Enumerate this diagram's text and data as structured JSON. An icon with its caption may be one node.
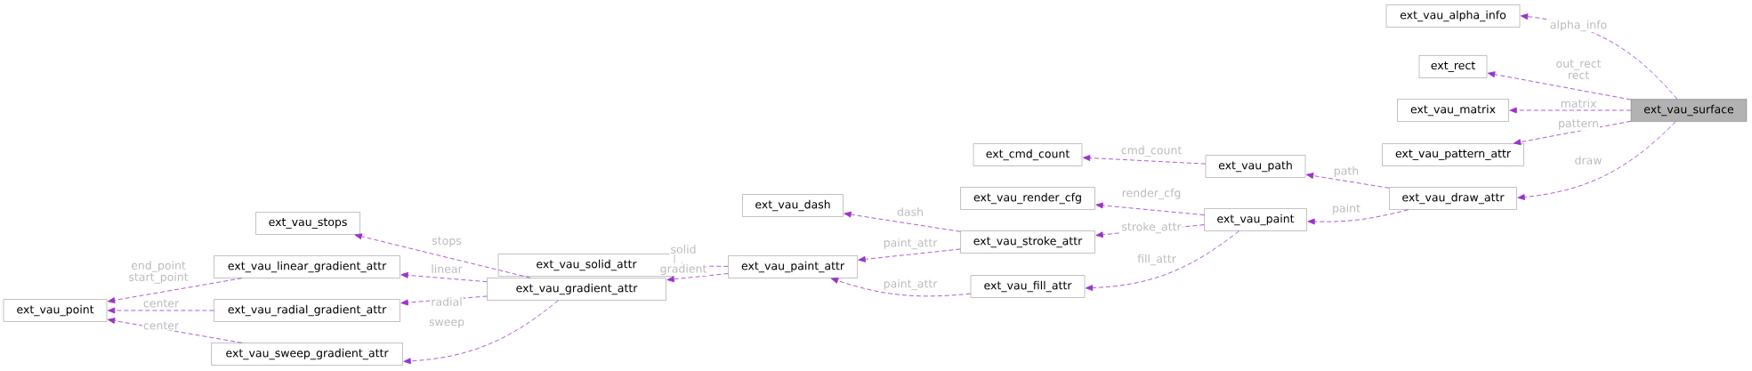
{
  "diagram": {
    "nodes": [
      {
        "text": [
          "ext_vau_alpha_info"
        ]
      },
      {
        "text": [
          "ext_rect"
        ]
      },
      {
        "text": [
          "ext_vau_matrix"
        ]
      },
      {
        "text": [
          "ext_vau_surface"
        ]
      },
      {
        "text": [
          "ext_vau_pattern_attr"
        ]
      },
      {
        "text": [
          "ext_cmd_count"
        ]
      },
      {
        "text": [
          "ext_vau_path"
        ]
      },
      {
        "text": [
          "ext_vau_draw_attr"
        ]
      },
      {
        "text": [
          "ext_vau_dash"
        ]
      },
      {
        "text": [
          "ext_vau_render_cfg"
        ]
      },
      {
        "text": [
          "ext_vau_stops"
        ]
      },
      {
        "text": [
          "ext_vau_stroke_attr"
        ]
      },
      {
        "text": [
          "ext_vau_paint"
        ]
      },
      {
        "text": [
          "ext_vau_solid_attr"
        ]
      },
      {
        "text": [
          "ext_vau_linear_gradient_attr"
        ]
      },
      {
        "text": [
          "ext_vau_paint_attr"
        ]
      },
      {
        "text": [
          "ext_vau_gradient_attr"
        ]
      },
      {
        "text": [
          "ext_vau_fill_attr"
        ]
      },
      {
        "text": [
          "ext_vau_point"
        ]
      },
      {
        "text": [
          "ext_vau_radial_gradient_attr"
        ]
      },
      {
        "text": [
          "ext_vau_sweep_gradient_attr"
        ]
      }
    ],
    "edges": [
      {
        "from": 3,
        "to": 0,
        "arrow": "to",
        "label": "alpha_info",
        "style": "dashed"
      },
      {
        "from": 3,
        "to": 1,
        "arrow": "to",
        "label": "out_rect rect",
        "style": "dashed"
      },
      {
        "from": 3,
        "to": 2,
        "arrow": "to",
        "label": "matrix",
        "style": "dashed"
      },
      {
        "from": 3,
        "to": 4,
        "arrow": "to",
        "label": "pattern",
        "style": "dashed"
      },
      {
        "from": 3,
        "to": 7,
        "arrow": "to",
        "label": "draw",
        "style": "dashed"
      },
      {
        "from": 7,
        "to": 6,
        "arrow": "to",
        "label": "path",
        "style": "dashed"
      },
      {
        "from": 7,
        "to": 12,
        "arrow": "to",
        "label": "paint",
        "style": "dashed"
      },
      {
        "from": 6,
        "to": 5,
        "arrow": "to",
        "label": "cmd_count",
        "style": "dashed"
      },
      {
        "from": 12,
        "to": 9,
        "arrow": "to",
        "label": "render_cfg",
        "style": "dashed"
      },
      {
        "from": 12,
        "to": 11,
        "arrow": "to",
        "label": "stroke_attr",
        "style": "dashed"
      },
      {
        "from": 12,
        "to": 17,
        "arrow": "to",
        "label": "fill_attr",
        "style": "dashed"
      },
      {
        "from": 11,
        "to": 8,
        "arrow": "to",
        "label": "dash",
        "style": "dashed"
      },
      {
        "from": 11,
        "to": 15,
        "arrow": "to",
        "label": "paint_attr",
        "style": "dashed"
      },
      {
        "from": 17,
        "to": 15,
        "arrow": "to",
        "label": "paint_attr",
        "style": "dashed"
      },
      {
        "from": 15,
        "to": 13,
        "arrow": "to",
        "label": "solid",
        "style": "dashed"
      },
      {
        "from": 15,
        "to": 16,
        "arrow": "to",
        "label": "gradient",
        "style": "dashed"
      },
      {
        "from": 16,
        "to": 10,
        "arrow": "to",
        "label": "stops",
        "style": "dashed"
      },
      {
        "from": 16,
        "to": 14,
        "arrow": "to",
        "label": "linear",
        "style": "dashed"
      },
      {
        "from": 16,
        "to": 19,
        "arrow": "to",
        "label": "radial",
        "style": "dashed"
      },
      {
        "from": 16,
        "to": 20,
        "arrow": "to",
        "label": "sweep",
        "style": "dashed"
      },
      {
        "from": 14,
        "to": 18,
        "arrow": "to",
        "label": "end_point start_point",
        "style": "dashed"
      },
      {
        "from": 19,
        "to": 18,
        "arrow": "to",
        "label": "center",
        "style": "dashed"
      },
      {
        "from": 20,
        "to": 18,
        "arrow": "to",
        "label": "center",
        "style": "dashed"
      }
    ]
  }
}
